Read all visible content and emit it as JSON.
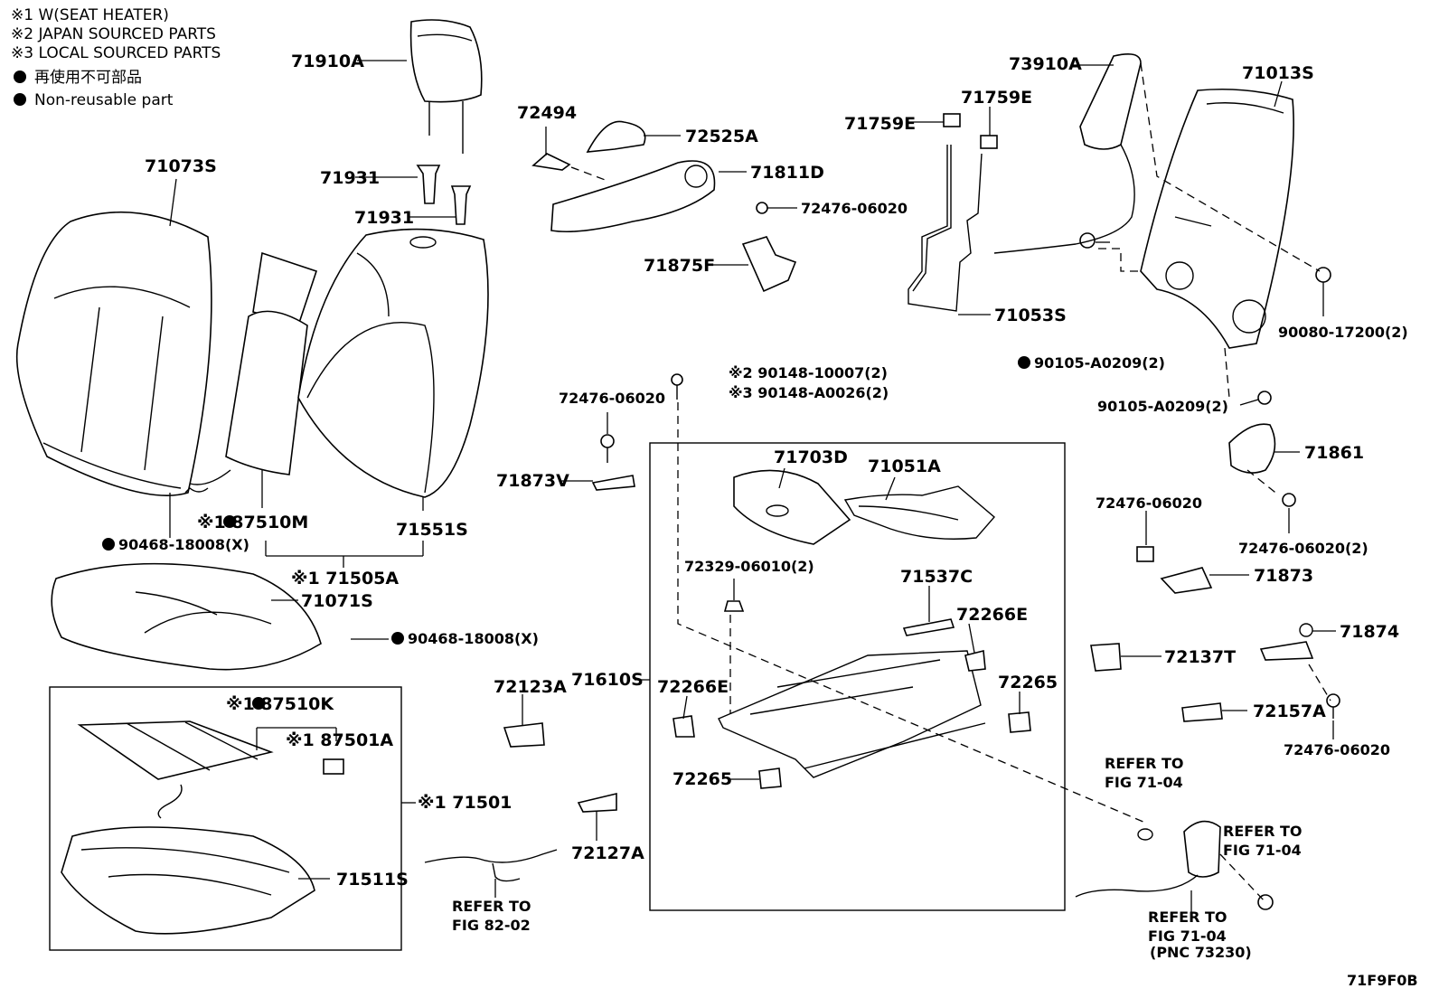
{
  "legend": {
    "note1": "※1  W(SEAT HEATER)",
    "note2": "※2  JAPAN SOURCED PARTS",
    "note3": "※3  LOCAL SOURCED PARTS",
    "nonreuse_jp": "再使用不可部品",
    "nonreuse_en": "Non-reusable part"
  },
  "labels": {
    "p71910A": "71910A",
    "p73910A": "73910A",
    "p71013S": "71013S",
    "p71759E_a": "71759E",
    "p71759E_b": "71759E",
    "p72494": "72494",
    "p72525A": "72525A",
    "p71811D": "71811D",
    "p71073S": "71073S",
    "p71931_a": "71931",
    "p71931_b": "71931",
    "p72476_a": "72476-06020",
    "p71875F": "71875F",
    "p71053S": "71053S",
    "p90105_a": "90105-A0209(2)",
    "p90080": "90080-17200(2)",
    "p90148_a": "※2 90148-10007(2)",
    "p90148_b": "※3 90148-A0026(2)",
    "p72476_b": "72476-06020",
    "p90105_b": "90105-A0209(2)",
    "p71861": "71861",
    "p71873V": "71873V",
    "p71703D": "71703D",
    "p71051A": "71051A",
    "p87510M": "※1 87510M",
    "p71551S": "71551S",
    "p90468_a": "90468-18008(X)",
    "p71505A": "※1 71505A",
    "p71071S": "71071S",
    "p72476_c": "72476-06020",
    "p72476_d": "72476-06020(2)",
    "p72329": "72329-06010(2)",
    "p71537C": "71537C",
    "p71873": "71873",
    "p90468_b": "90468-18008(X)",
    "p72266E_a": "72266E",
    "p71874": "71874",
    "p72137T": "72137T",
    "p87510K": "※1 87510K",
    "p72123A": "72123A",
    "p71610S": "71610S",
    "p72266E_b": "72266E",
    "p72265_a": "72265",
    "p87501A": "※1 87501A",
    "p72157A": "72157A",
    "p72476_e": "72476-06020",
    "p71501": "※1 71501",
    "p72265_b": "72265",
    "p72127A": "72127A",
    "p71511S": "71511S",
    "refer_a1": "REFER TO",
    "refer_a2": "FIG 71-04",
    "refer_b1": "REFER TO",
    "refer_b2": "FIG 71-04",
    "refer_c1": "REFER TO",
    "refer_c2": "FIG 82-02",
    "refer_d1": "REFER TO",
    "refer_d2": "FIG 71-04",
    "refer_d3": "(PNC 73230)",
    "figure_code": "71F9F0B"
  }
}
